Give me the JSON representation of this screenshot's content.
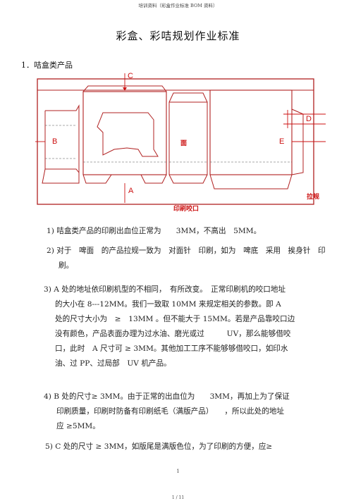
{
  "header": "培训资料（彩盒作业标准 BOM 资料）",
  "title": "彩盒、彩咭规划作业标准",
  "section": "1．咭盒类产品",
  "diagram": {
    "labels": {
      "c": "C",
      "b": "B",
      "a": "A",
      "d": "D",
      "e": "E",
      "face": "面"
    },
    "red_labels": {
      "pull": "拉规",
      "bite": "印刷咬口"
    },
    "colors": {
      "outline": "#b02020",
      "dim": "#cc1111",
      "fold": "#555555"
    }
  },
  "paragraphs": [
    [
      "1) 咭盒类产品的印刷出血位正常为　　3MM，不高出　5MM。"
    ],
    [
      "2) 对于　啤面　的产品拉规一致为　对面针　印刷，如为　啤底　采用　挨身针　印",
      "刷。"
    ],
    [
      "3)  A 处的地址依印刷机型的不相同，　有所改变。　正常印刷机的咬口地址",
      "的大小在 8---12MM。我们一致取 10MM 来规定相关的参数。即 A",
      "处的尺寸大小为　≥　13MM 。但不能大于 15MM。若是产品靠咬口边",
      "没有颜色，产品表面办理为过水油、磨光或过　　　UV，那么能够借咬",
      "口，此时　A 尺寸可 ≥ 3MM。其他加工工序不能够够借咬口，如印水",
      "油、过 PP、过局部　UV 机产品。"
    ],
    [
      "4) B 处的尺寸≥ 3MM。由于正常的出血位为　　3MM，再加上为了保证",
      "印刷质量，印刷时防备有印刷纸毛（满版产品）　　，所以此处的地址",
      "应 ≥5MM。"
    ],
    [
      "5) C 处的尺寸 ≥ 3MM，如版尾是满版色位，为了印刷的方便，应≥"
    ]
  ],
  "footer": {
    "number": "1",
    "page": "1 / 11"
  }
}
